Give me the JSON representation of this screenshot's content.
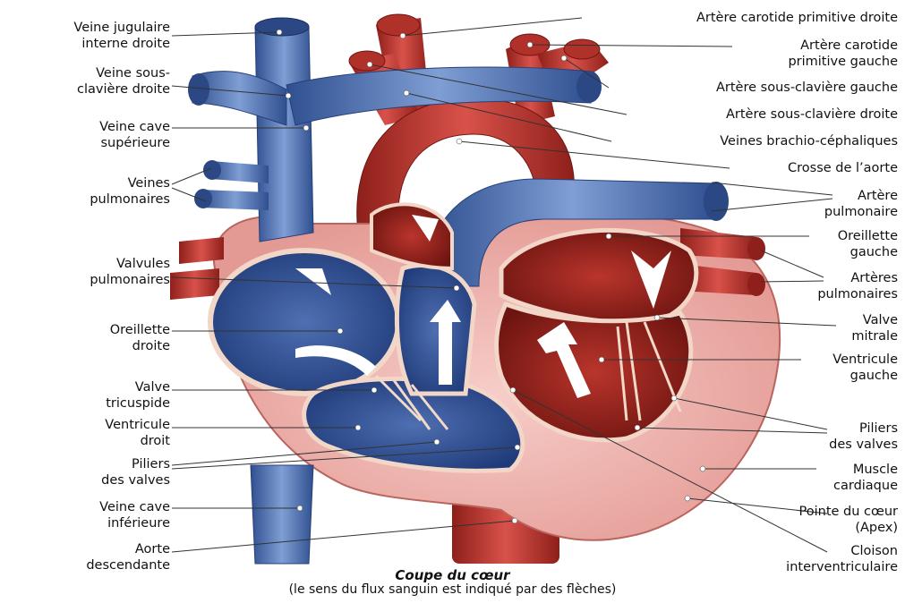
{
  "labels": {
    "veine_jugulaire": [
      "Veine jugulaire",
      "interne droite"
    ],
    "veine_sous_claviere": [
      "Veine sous-",
      "clavière droite"
    ],
    "veine_cave_sup": [
      "Veine cave",
      "supérieure"
    ],
    "veines_pulmonaires": [
      "Veines",
      "pulmonaires"
    ],
    "valvules_pulmonaires": [
      "Valvules",
      "pulmonaires"
    ],
    "oreillette_droite": [
      "Oreillette",
      "droite"
    ],
    "valve_tricuspide": [
      "Valve",
      "tricuspide"
    ],
    "ventricule_droit": [
      "Ventricule",
      "droit"
    ],
    "piliers_gauche": [
      "Piliers",
      "des valves"
    ],
    "veine_cave_inf": [
      "Veine cave",
      "inférieure"
    ],
    "aorte_descendante": [
      "Aorte",
      "descendante"
    ],
    "carotide_droite": [
      "Artère carotide primitive droite"
    ],
    "carotide_gauche": [
      "Artère carotide",
      "primitive gauche"
    ],
    "sous_claviere_gauche": [
      "Artère sous-clavière gauche"
    ],
    "sous_claviere_droite": [
      "Artère sous-clavière droite"
    ],
    "brachio": [
      "Veines brachio-céphaliques"
    ],
    "crosse": [
      "Crosse de l’aorte"
    ],
    "artere_pulmonaire": [
      "Artère",
      "pulmonaire"
    ],
    "oreillette_gauche": [
      "Oreillette",
      "gauche"
    ],
    "arteres_pulmonaires": [
      "Artères",
      "pulmonaires"
    ],
    "valve_mitrale": [
      "Valve",
      "mitrale"
    ],
    "ventricule_gauche": [
      "Ventricule",
      "gauche"
    ],
    "piliers_droite": [
      "Piliers",
      "des valves"
    ],
    "muscle": [
      "Muscle",
      "cardiaque"
    ],
    "pointe": [
      "Pointe du cœur",
      "(Apex)"
    ],
    "cloison": [
      "Cloison",
      "interventriculaire"
    ]
  },
  "caption": {
    "title": "Coupe du cœur",
    "subtitle": "(le sens du flux sanguin est indiqué par des flèches)"
  },
  "colors": {
    "vein_blue": "#4d6fb0",
    "vein_light": "#8aa7d8",
    "artery_red": "#c0362c",
    "artery_dark": "#8e1f1a",
    "muscle_pink": "#f2b8b3",
    "leader_line": "#333333"
  }
}
